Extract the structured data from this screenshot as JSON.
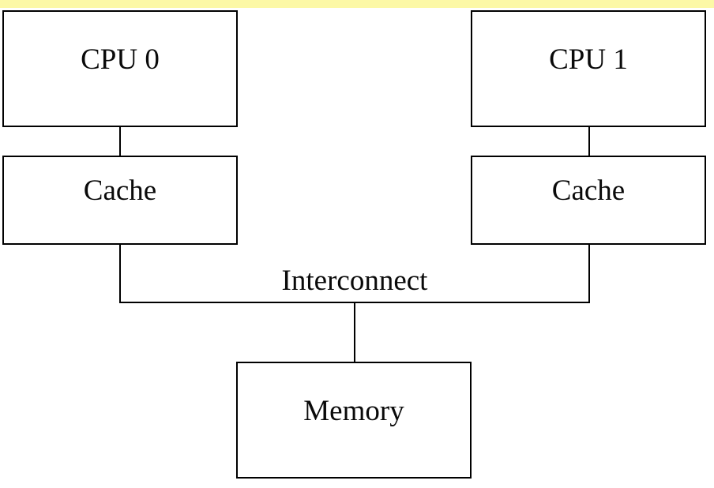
{
  "page": {
    "background_color": "#ffffff",
    "highlight_bar_color": "#fcf8a6",
    "line_color": "#000000"
  },
  "diagram": {
    "nodes": [
      {
        "id": "cpu0",
        "label": "CPU 0"
      },
      {
        "id": "cpu1",
        "label": "CPU 1"
      },
      {
        "id": "cache0",
        "label": "Cache"
      },
      {
        "id": "cache1",
        "label": "Cache"
      },
      {
        "id": "memory",
        "label": "Memory"
      }
    ],
    "bus": {
      "label": "Interconnect"
    },
    "edges": [
      {
        "from": "cpu0",
        "to": "cache0"
      },
      {
        "from": "cpu1",
        "to": "cache1"
      },
      {
        "from": "cache0",
        "to": "interconnect-bus"
      },
      {
        "from": "cache1",
        "to": "interconnect-bus"
      },
      {
        "from": "interconnect-bus",
        "to": "memory"
      }
    ]
  }
}
